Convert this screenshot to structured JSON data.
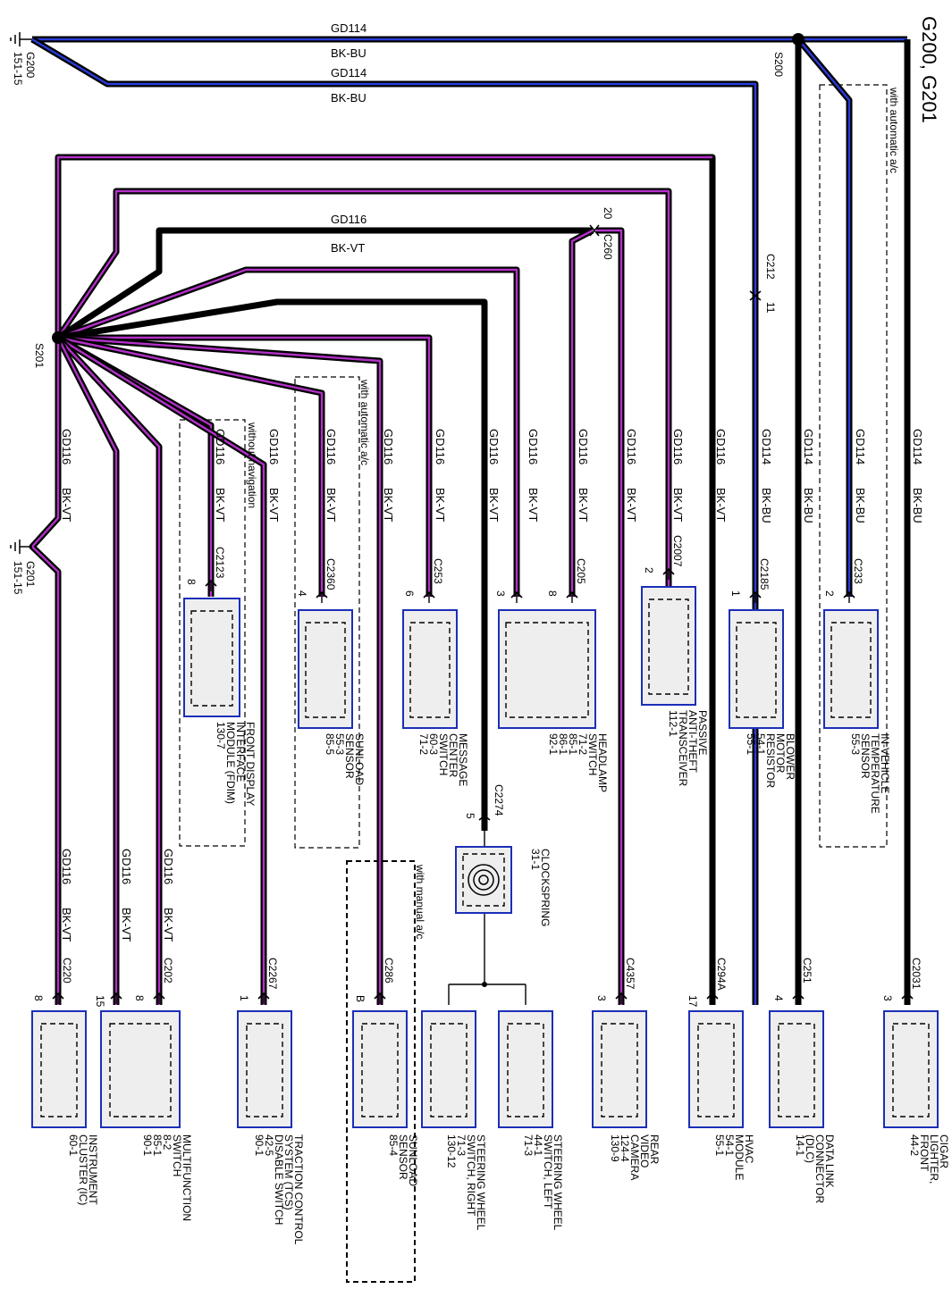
{
  "title": "G200, G201",
  "splices": {
    "s200": "S200",
    "s201": "S201"
  },
  "grounds": {
    "g200": {
      "name": "G200",
      "ref": "151-15"
    },
    "g201": {
      "name": "G201",
      "ref": "151-15"
    }
  },
  "wire_colors": {
    "purple": "#b330c8",
    "blue": "#2a3cd8",
    "box_border": "#1b2fb8"
  },
  "top_labels": {
    "w1_circuit": "GD114",
    "w1_color": "BK-BU",
    "w2_circuit": "GD114",
    "w2_color": "BK-BU",
    "w3_circuit": "GD116",
    "w3_color": "BK-VT"
  },
  "inline_connectors": {
    "c260": "C260",
    "c260_pin": "20",
    "c212": "C212",
    "c212_pin": "11",
    "c2274": "C2274",
    "c2274_pin": "5"
  },
  "notes": {
    "auto_ac_top": "with automatic a/c",
    "auto_ac_mid": "with automatic a/c",
    "manual_ac": "with manual a/c",
    "no_nav": "without navigation"
  },
  "wires": [
    {
      "circuit": "GD116",
      "color": "BK-VT"
    },
    {
      "circuit": "GD116",
      "color": "BK-VT"
    },
    {
      "circuit": "GD116",
      "color": "BK-VT"
    },
    {
      "circuit": "GD116",
      "color": "BK-VT"
    },
    {
      "circuit": "GD116",
      "color": "BK-VT"
    },
    {
      "circuit": "GD116",
      "color": "BK-VT"
    },
    {
      "circuit": "GD116",
      "color": "BK-VT"
    },
    {
      "circuit": "GD116",
      "color": "BK-VT"
    },
    {
      "circuit": "GD116",
      "color": "BK-VT"
    },
    {
      "circuit": "GD116",
      "color": "BK-VT"
    },
    {
      "circuit": "GD116",
      "color": "BK-VT"
    },
    {
      "circuit": "GD114",
      "color": "BK-BU"
    },
    {
      "circuit": "GD114",
      "color": "BK-BU"
    },
    {
      "circuit": "GD114",
      "color": "BK-BU"
    },
    {
      "circuit": "GD114",
      "color": "BK-BU"
    },
    {
      "circuit": "GD116",
      "color": "BK-VT"
    },
    {
      "circuit": "GD116",
      "color": "BK-VT"
    },
    {
      "circuit": "GD116",
      "color": "BK-VT"
    }
  ],
  "components_mid": [
    {
      "connector": "C2123",
      "pin": "8",
      "lines": [
        "FRONT DISPLAY",
        "INTERFACE",
        "MODULE (FDIM)",
        "130-7"
      ]
    },
    {
      "connector": "C2360",
      "pin": "4",
      "lines": [
        "SUNLOAD",
        "SENSOR",
        "55-3",
        "85-5"
      ]
    },
    {
      "connector": "C253",
      "pin": "6",
      "lines": [
        "MESSAGE",
        "CENTER",
        "SWITCH",
        "60-3",
        "71-2"
      ]
    },
    {
      "connector": "C205",
      "pin": "8",
      "pin2": "3",
      "lines": [
        "HEADLAMP",
        "SWITCH",
        "71-2",
        "85-1",
        "86-1",
        "92-1"
      ]
    },
    {
      "connector": "C2007",
      "pin": "2",
      "lines": [
        "PASSIVE",
        "ANTI-THEFT",
        "TRANSCEIVER",
        "112-1"
      ]
    },
    {
      "connector": "C2185",
      "pin": "1",
      "lines": [
        "BLOWER",
        "MOTOR",
        "RESISTOR",
        "54-1",
        "55-1"
      ]
    },
    {
      "connector": "C233",
      "pin": "2",
      "lines": [
        "IN-VEHICLE",
        "TEMPERATURE",
        "SENSOR",
        "55-3"
      ]
    }
  ],
  "clockspring": {
    "lines": [
      "CLOCKSPRING",
      "31-1"
    ]
  },
  "components_bottom": [
    {
      "connector": "C220",
      "pin": "8",
      "lines": [
        "INSTRUMENT",
        "CLUSTER (IC)",
        "60-1"
      ]
    },
    {
      "connector": "C202",
      "pin": "8",
      "pin2": "15",
      "lines": [
        "MULTIFUNCTION",
        "SWITCH",
        "8-2",
        "85-1",
        "90-1"
      ]
    },
    {
      "connector": "C2267",
      "pin": "1",
      "lines": [
        "TRACTION CONTROL",
        "SYSTEM (TCS)",
        "DISABLE SWITCH",
        "42-5",
        "90-1"
      ]
    },
    {
      "connector": "C286",
      "pin": "B",
      "lines": [
        "SUNLOAD",
        "SENSOR",
        "85-4"
      ]
    },
    {
      "connector": "",
      "pin": "",
      "lines": [
        "STEERING WHEEL",
        "SWITCH, RIGHT",
        "71-3",
        "130-12"
      ]
    },
    {
      "connector": "",
      "pin": "",
      "lines": [
        "STEERING WHEEL",
        "SWITCH, LEFT",
        "44-1",
        "71-3"
      ]
    },
    {
      "connector": "C4357",
      "pin": "3",
      "lines": [
        "REAR",
        "VIDEO",
        "CAMERA",
        "124-4",
        "130-9"
      ]
    },
    {
      "connector": "C294A",
      "pin": "17",
      "lines": [
        "HVAC",
        "MODULE",
        "54-1",
        "55-1"
      ]
    },
    {
      "connector": "C251",
      "pin": "4",
      "lines": [
        "DATA LINK",
        "CONNECTOR",
        "(DLC)",
        "14-1"
      ]
    },
    {
      "connector": "C2031",
      "pin": "3",
      "lines": [
        "CIGAR",
        "LIGHTER,",
        "FRONT",
        "44-2"
      ]
    }
  ]
}
